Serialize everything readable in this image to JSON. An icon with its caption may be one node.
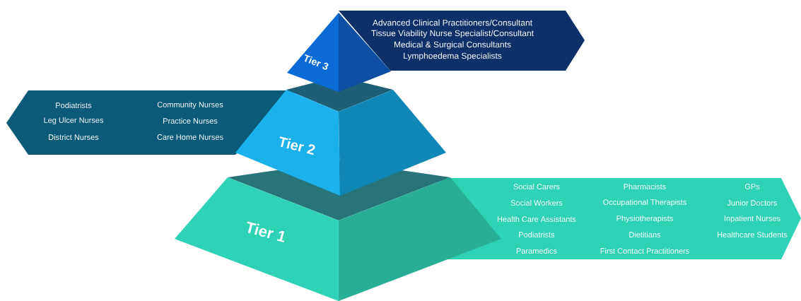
{
  "diagram": {
    "nodes": [
      {
        "text": [
          "Tier 3"
        ]
      },
      {
        "text": [
          "Advanced Clinical Practitioners/Consultant",
          "Tissue Viability Nurse Specialist/Consultant",
          "Medical & Surgical Consultants",
          "Lymphoedema Specialists"
        ]
      },
      {
        "text": [
          "Podiatrists",
          "Leg Ulcer Nurses",
          "District Nurses",
          "Community Nurses",
          "Practice Nurses",
          "Care Home Nurses"
        ]
      },
      {
        "text": [
          "Tier 2"
        ]
      },
      {
        "text": [
          "Tier 1"
        ]
      },
      {
        "text": [
          "Social Carers",
          "Social Workers",
          "Health Care Assistants",
          "Podiatrists",
          "Paramedics",
          "Pharmacists",
          "Occupational Therapists",
          "Physiotherapists",
          "Dietitians",
          "First Contact Practitioners",
          "GPs",
          "Junior Doctors",
          "Inpatient Nurses",
          "Healthcare Students"
        ]
      }
    ]
  }
}
